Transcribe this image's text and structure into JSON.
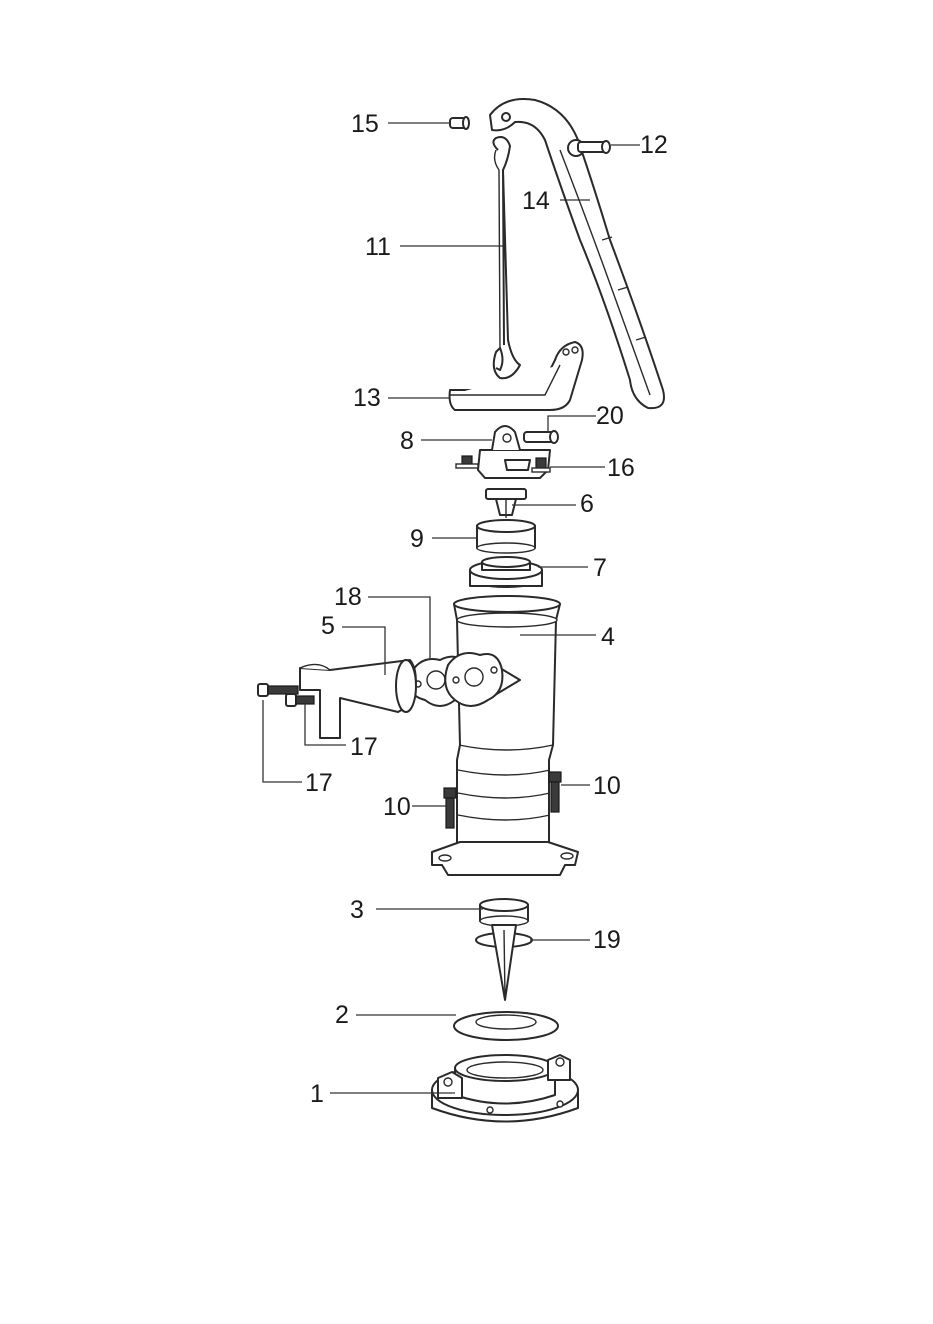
{
  "diagram": {
    "labels": {
      "p1": "1",
      "p2": "2",
      "p3": "3",
      "p4": "4",
      "p5": "5",
      "p6": "6",
      "p7": "7",
      "p8": "8",
      "p9": "9",
      "p10a": "10",
      "p10b": "10",
      "p11": "11",
      "p12": "12",
      "p13": "13",
      "p14": "14",
      "p15": "15",
      "p16": "16",
      "p17a": "17",
      "p17b": "17",
      "p18": "18",
      "p19": "19",
      "p20": "20"
    }
  }
}
